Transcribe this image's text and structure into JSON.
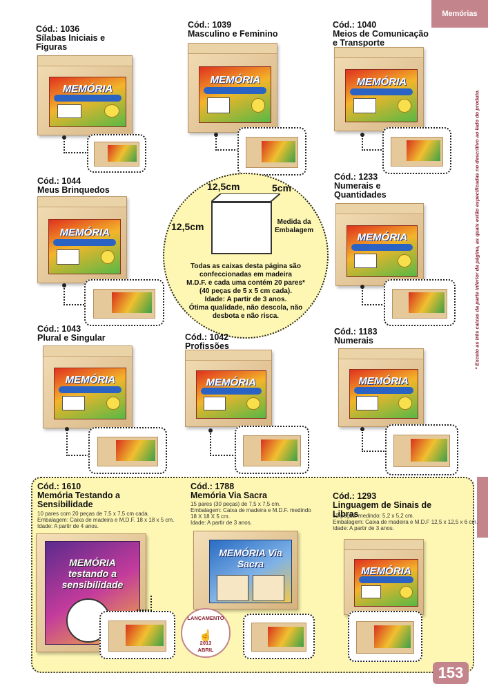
{
  "header": {
    "tab_label": "Memórias"
  },
  "side_note": "* Exceto as três caixas da parte inferior da página, as quais estão especificadas no descritivo ao lado do produto.",
  "page_number": "153",
  "products": [
    {
      "code": "Cód.: 1036",
      "name_lines": [
        "Sílabas Iniciais e",
        "Figuras"
      ],
      "box_title": "MEMÓRIA"
    },
    {
      "code": "Cód.: 1039",
      "name_lines": [
        "Masculino e Feminino"
      ],
      "box_title": "MEMÓRIA"
    },
    {
      "code": "Cód.: 1040",
      "name_lines": [
        "Meios de Comunicação",
        "e Transporte"
      ],
      "box_title": "MEMÓRIA"
    },
    {
      "code": "Cód.: 1044",
      "name_lines": [
        "Meus Brinquedos"
      ],
      "box_title": "MEMÓRIA"
    },
    {
      "code": "Cód.: 1233",
      "name_lines": [
        "Numerais e",
        "Quantidades"
      ],
      "box_title": "MEMÓRIA"
    },
    {
      "code": "Cód.: 1043",
      "name_lines": [
        "Plural e Singular"
      ],
      "box_title": "MEMÓRIA"
    },
    {
      "code": "Cód.: 1042",
      "name_lines": [
        "Profissões"
      ],
      "box_title": "MEMÓRIA"
    },
    {
      "code": "Cód.: 1183",
      "name_lines": [
        "Numerais"
      ],
      "box_title": "MEMÓRIA"
    }
  ],
  "center_circle": {
    "dim_top": "12,5cm",
    "dim_depth": "5cm",
    "dim_side": "12,5cm",
    "measure_label_lines": [
      "Medida da",
      "Embalagem"
    ],
    "description_lines": [
      "Todas as caixas desta página são",
      "confeccionadas em madeira",
      "M.D.F. e cada uma contém 20 pares*",
      "(40 peças de 5 x 5 cm cada).",
      "Idade: A partir de 3 anos.",
      "Ótima qualidade, não descola, não",
      "desbota e não risca."
    ]
  },
  "bottom_products": [
    {
      "code": "Cód.: 1610",
      "name_lines": [
        "Memória Testando a",
        "Sensibilidade"
      ],
      "details": [
        "10 pares com 20 peças de  7,5 x 7,5 cm cada.",
        "Embalagem: Caixa de madeira e M.D.F. 18 x 18 x 5 cm.",
        "Idade: A partir de 4 anos."
      ],
      "box_title": "MEMÓRIA testando a sensibilidade"
    },
    {
      "code": "Cód.: 1788",
      "name_lines": [
        "Memória Via Sacra"
      ],
      "details": [
        "15 pares (30 peças) de 7,5 x 7,5 cm.",
        "Embalagem: Caixa de madeira e M.D.F. medindo",
        "18 X 18 X 5 cm.",
        "Idade: A partir de 3 anos."
      ],
      "box_title": "MEMÓRIA Via Sacra"
    },
    {
      "code": "Cód.: 1293",
      "name_lines": [
        "Linguagem de Sinais de",
        "Libras"
      ],
      "details": [
        "52 peças, medindo: 5,2 x 5,2 cm.",
        "Embalagem: Caixa de madeira e M.D.F 12,5 x 12,5 x 6 cm.",
        "Idade: A partir de 3 anos."
      ],
      "box_title": "MEMÓRIA"
    }
  ],
  "launch_badge": {
    "line1": "LANÇAMENTO",
    "line2": "2013",
    "line3": "ABRIL"
  }
}
